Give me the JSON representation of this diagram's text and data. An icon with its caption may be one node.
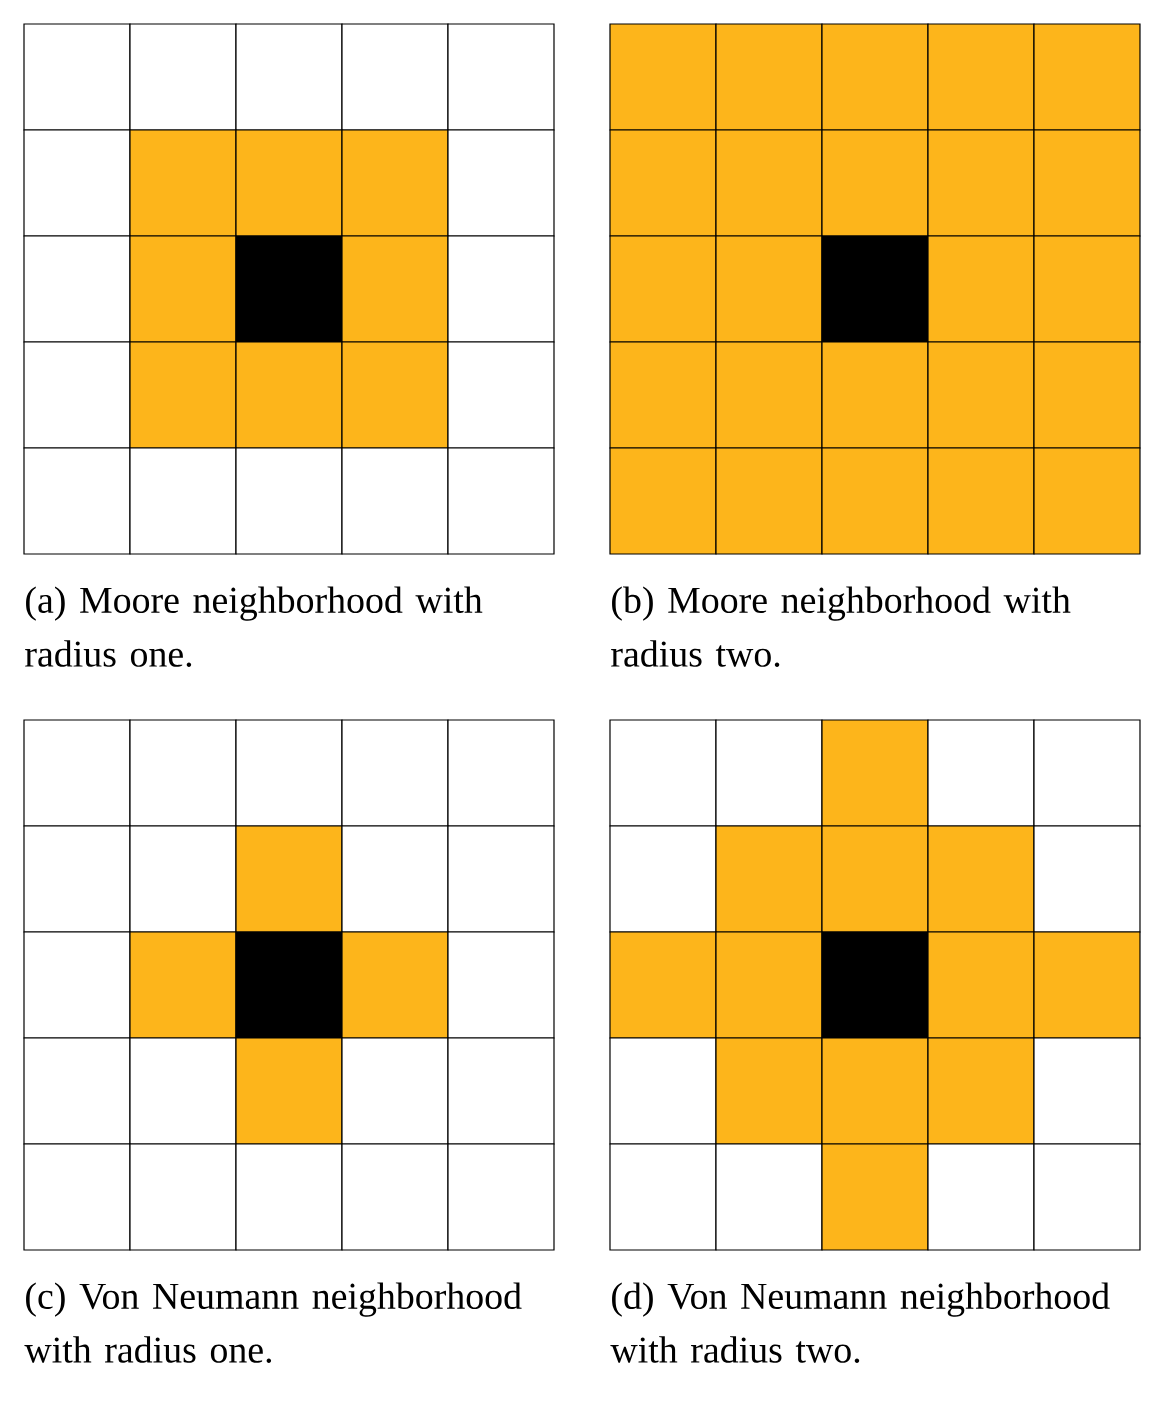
{
  "diagram": {
    "labels": [
      "(a) Moore neighborhood with radius one.",
      "(b) Moore neighborhood with radius two.",
      "(c) Von Neumann neighborhood with radius one.",
      "(d) Von Neumann neighborhood with radius two."
    ]
  }
}
